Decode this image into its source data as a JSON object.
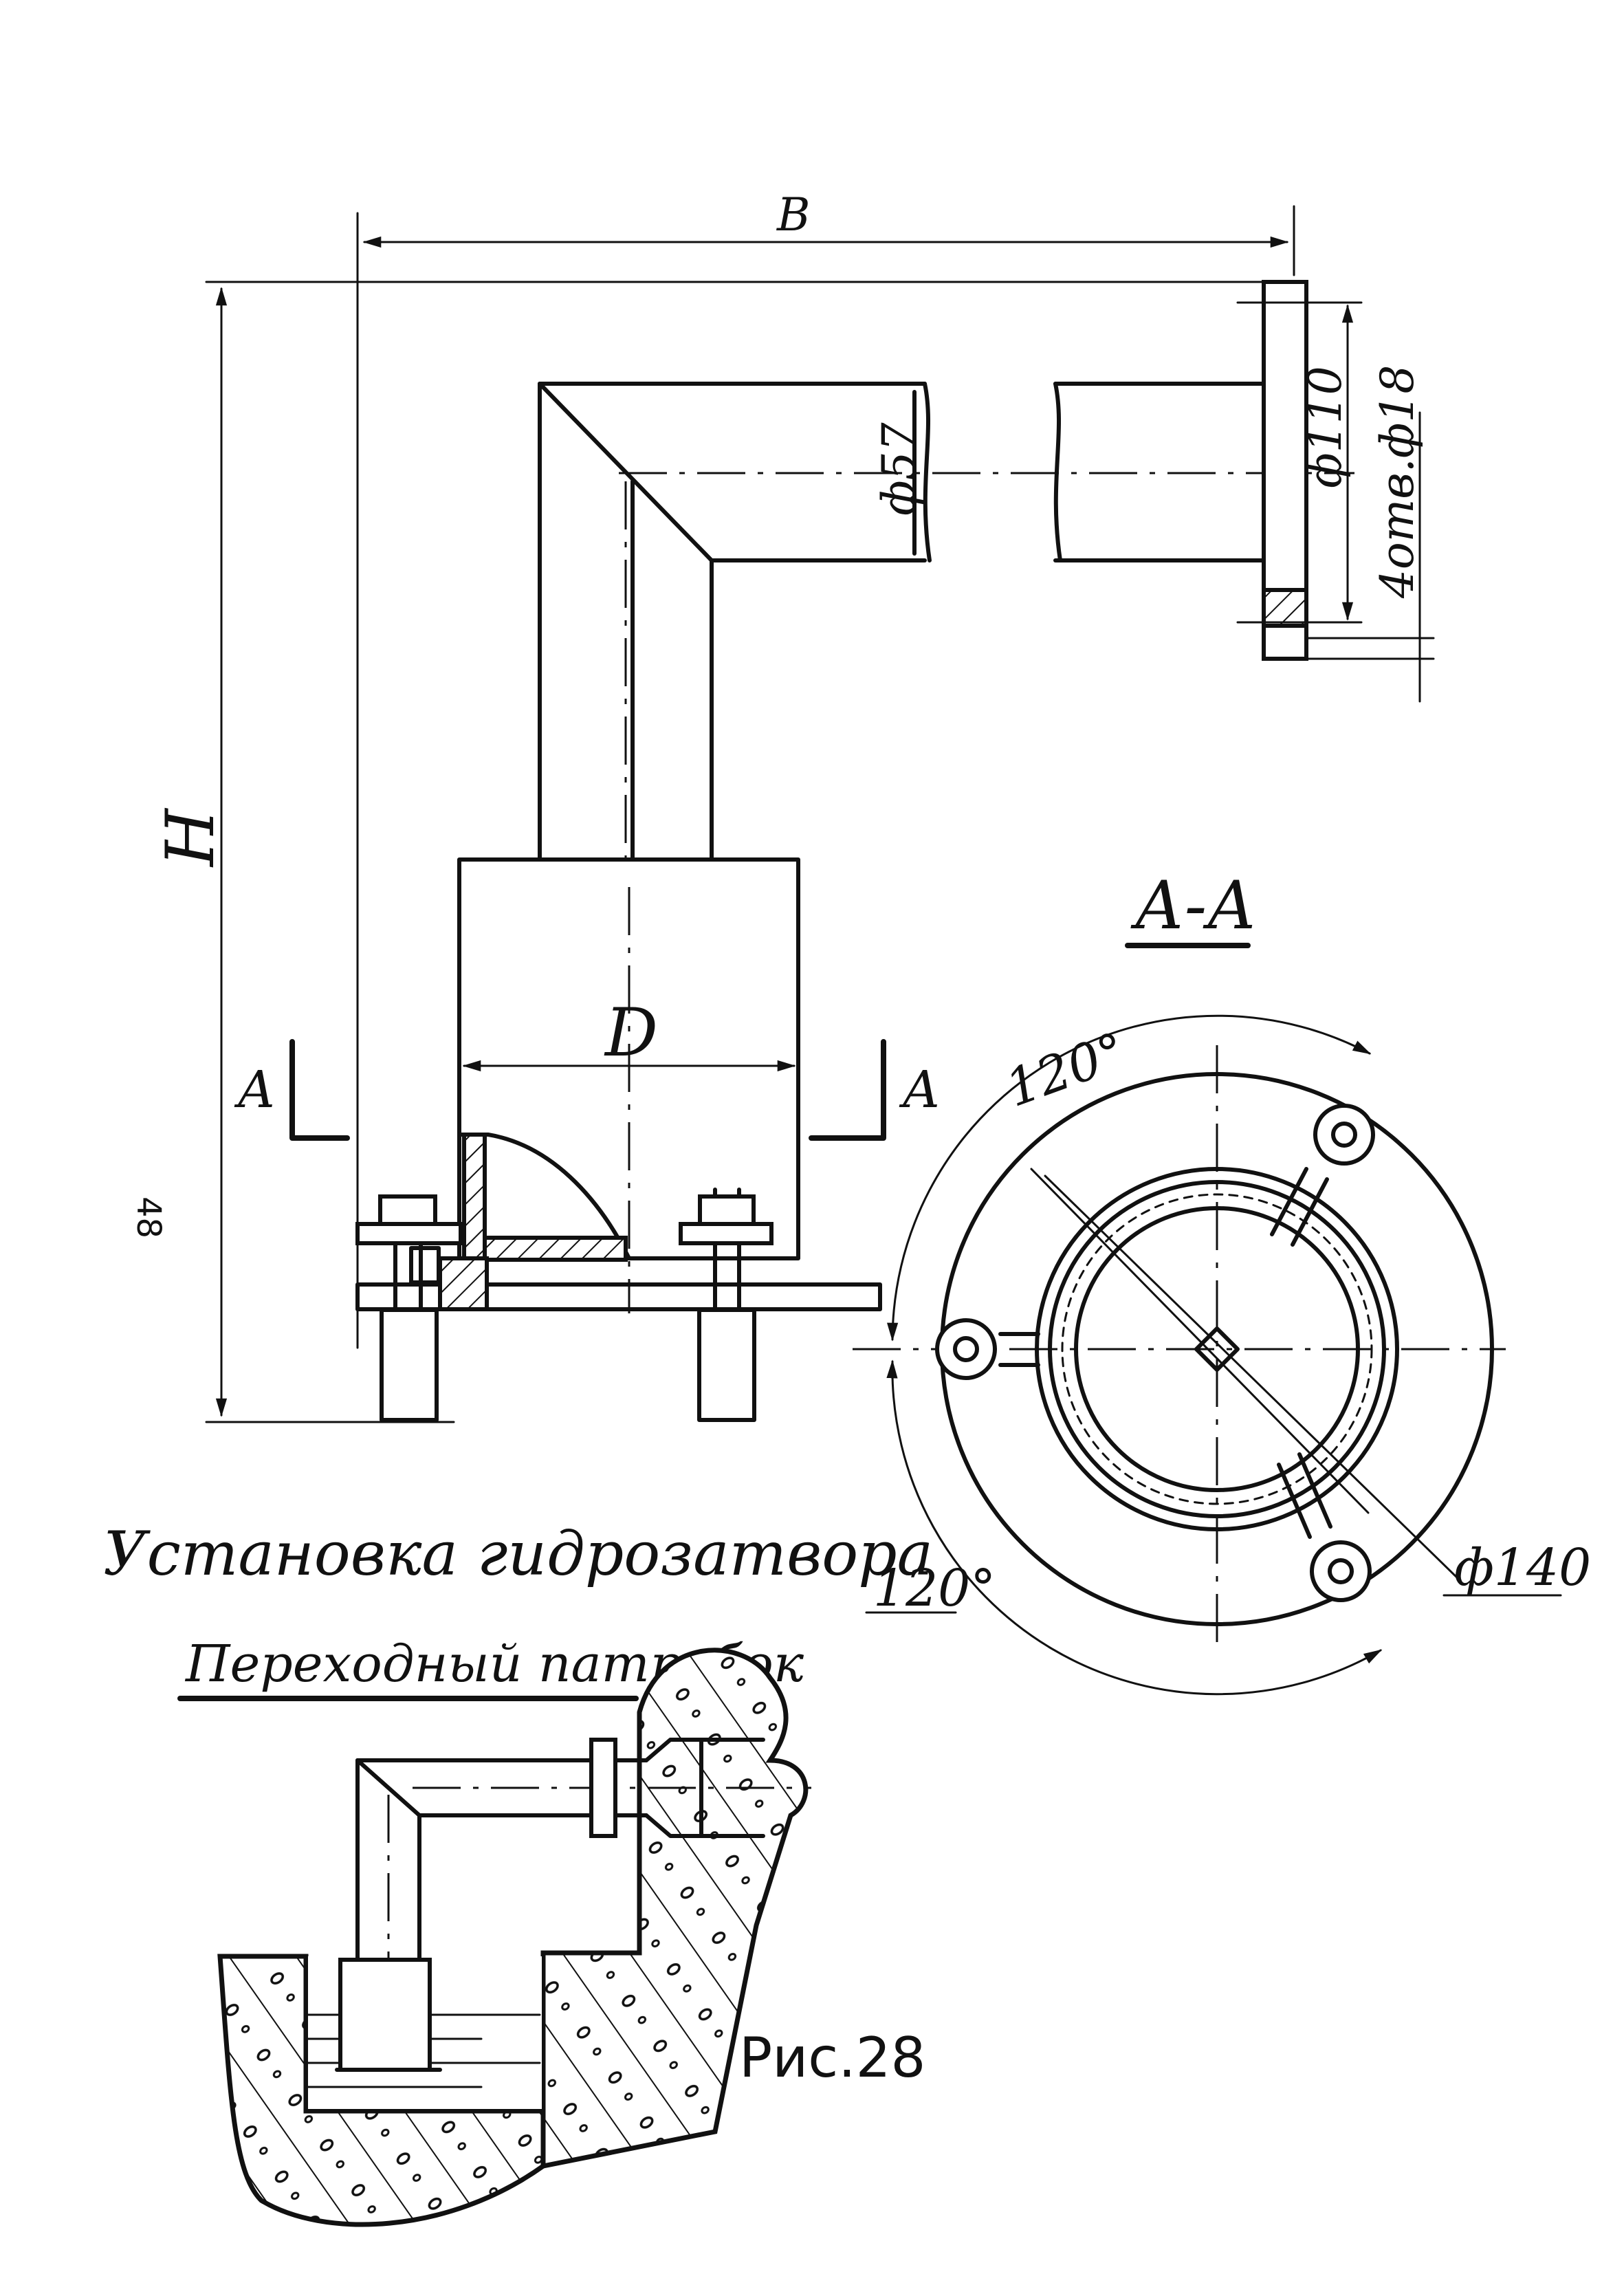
{
  "page_number": "48",
  "dimensions": {
    "width_B": "В",
    "height_H": "Н",
    "pipe_diameter": "ф57",
    "flange_diameter": "ф110",
    "flange_holes": "4отв.ф18",
    "vessel_diameter": "D",
    "section_outer_diameter": "ф140",
    "angle_top": "120°",
    "angle_bottom": "120°"
  },
  "section_marks": {
    "left": "А",
    "right": "А",
    "section_title": "А-А"
  },
  "captions": {
    "installation": "Установка гидрозатвора",
    "adapter_pipe": "Переходный патрубок",
    "figure": "Рис.28"
  }
}
